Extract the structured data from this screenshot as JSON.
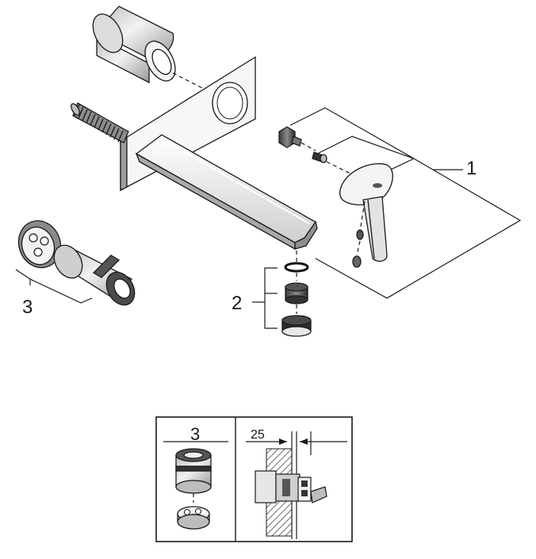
{
  "callouts": {
    "handle_set": "1",
    "aerator_set": "2",
    "cartridge_set": "3"
  },
  "detail_box": {
    "cartridge_label": "3",
    "dimension_label": "25"
  },
  "colors": {
    "line": "#1a1a1a",
    "metal_light": "#e6e6e6",
    "metal_mid": "#bdbdbd",
    "metal_dark": "#6e6e6e",
    "wall_hatch": "#444444"
  }
}
